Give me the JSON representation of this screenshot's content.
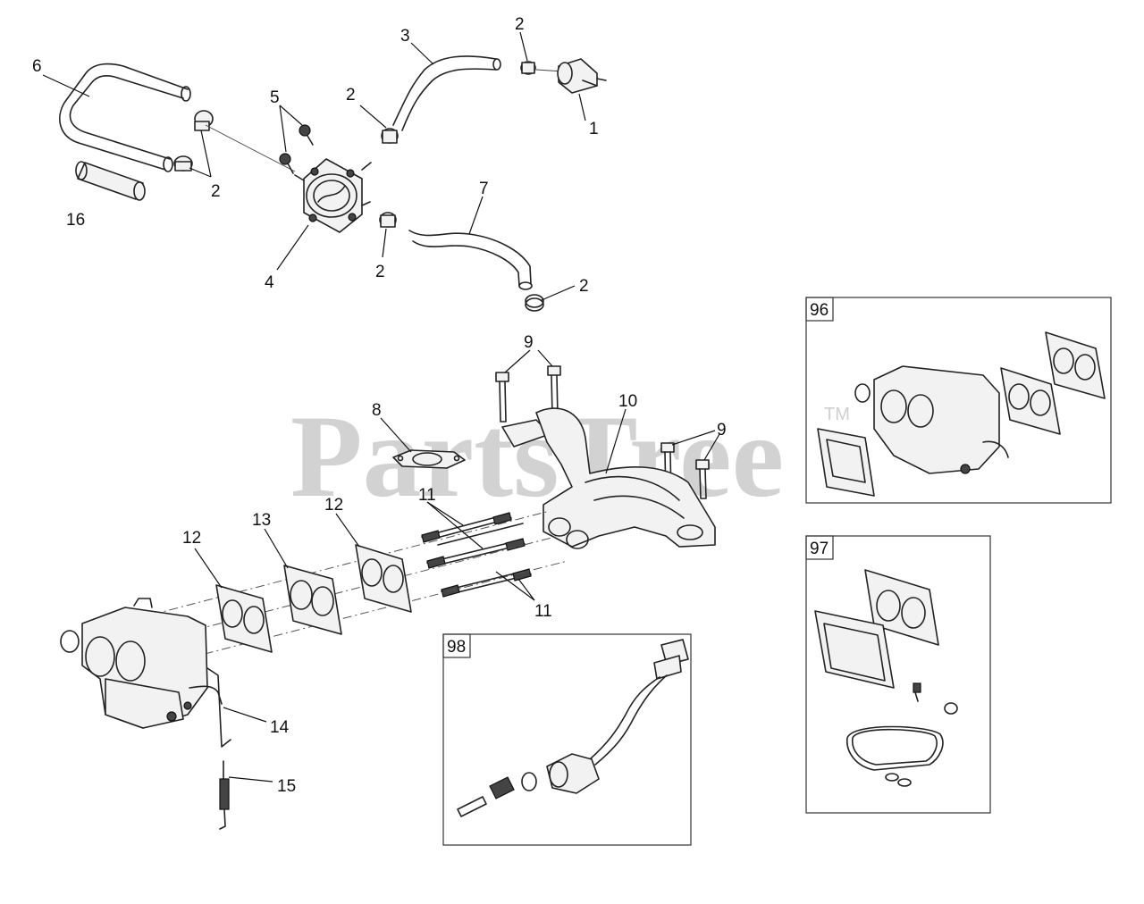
{
  "watermark": {
    "text": "PartsTree",
    "tm": "TM"
  },
  "callouts": {
    "c1": "1",
    "c2a": "2",
    "c2b": "2",
    "c2c": "2",
    "c2d": "2",
    "c2e": "2",
    "c3": "3",
    "c4": "4",
    "c5": "5",
    "c6": "6",
    "c7": "7",
    "c8": "8",
    "c9a": "9",
    "c9b": "9",
    "c10": "10",
    "c11a": "11",
    "c11b": "11",
    "c12a": "12",
    "c12b": "12",
    "c13": "13",
    "c14": "14",
    "c15": "15",
    "c16": "16"
  },
  "kits": {
    "k96": "96",
    "k97": "97",
    "k98": "98"
  }
}
